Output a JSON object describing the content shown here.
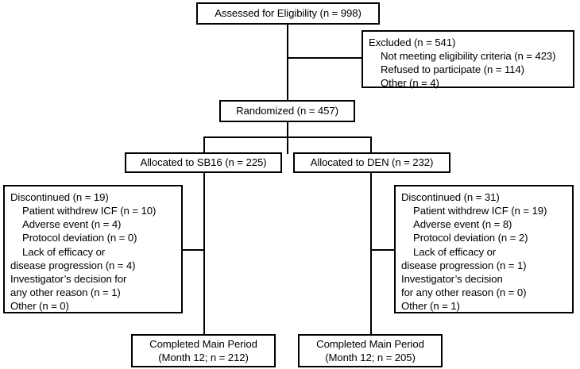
{
  "diagram": {
    "title": "CONSORT participant flow diagram",
    "type": "flowchart",
    "line_color": "#000000",
    "box_border_color": "#000000",
    "background": "#ffffff"
  },
  "nodes": {
    "assessed": {
      "name": "assessed-for-eligibility",
      "lines": [
        "Assessed for Eligibility (n = 998)"
      ]
    },
    "excluded": {
      "name": "excluded",
      "lines": [
        "Excluded (n = 541)",
        "Not meeting eligibility criteria (n = 423)",
        "Refused to participate (n = 114)",
        "Other (n = 4)"
      ]
    },
    "randomized": {
      "name": "randomized",
      "lines": [
        "Randomized (n = 457)"
      ]
    },
    "allocated_sb16": {
      "name": "allocated-to-sb16",
      "lines": [
        "Allocated to SB16 (n = 225)"
      ]
    },
    "allocated_den": {
      "name": "allocated-to-den",
      "lines": [
        "Allocated to DEN (n = 232)"
      ]
    },
    "discontinued_sb16": {
      "name": "discontinued-sb16",
      "lines": [
        "Discontinued (n = 19)",
        "Patient withdrew ICF (n = 10)",
        "Adverse event (n = 4)",
        "Protocol deviation (n = 0)",
        "Lack of efficacy or",
        "disease progression (n = 4)",
        "Investigator’s decision for",
        "any other reason (n = 1)",
        "Other (n = 0)"
      ]
    },
    "discontinued_den": {
      "name": "discontinued-den",
      "lines": [
        "Discontinued (n = 31)",
        "Patient withdrew ICF (n = 19)",
        "Adverse event (n = 8)",
        "Protocol deviation (n = 2)",
        "Lack of efficacy or",
        "disease progression (n = 1)",
        "Investigator’s decision",
        "for any other reason (n = 0)",
        "Other (n = 1)"
      ]
    },
    "completed_sb16": {
      "name": "completed-main-period-sb16",
      "lines": [
        "Completed Main Period",
        "(Month 12; n = 212)"
      ]
    },
    "completed_den": {
      "name": "completed-main-period-den",
      "lines": [
        "Completed Main Period",
        "(Month 12; n = 205)"
      ]
    }
  },
  "counts": {
    "assessed_for_eligibility": 998,
    "excluded_total": 541,
    "excluded_not_meeting_criteria": 423,
    "excluded_refused": 114,
    "excluded_other": 4,
    "randomized": 457,
    "allocated_sb16": 225,
    "allocated_den": 232,
    "discontinued_sb16_total": 19,
    "discontinued_sb16_withdrew_icf": 10,
    "discontinued_sb16_adverse_event": 4,
    "discontinued_sb16_protocol_deviation": 0,
    "discontinued_sb16_lack_efficacy": 4,
    "discontinued_sb16_investigator_decision": 1,
    "discontinued_sb16_other": 0,
    "discontinued_den_total": 31,
    "discontinued_den_withdrew_icf": 19,
    "discontinued_den_adverse_event": 8,
    "discontinued_den_protocol_deviation": 2,
    "discontinued_den_lack_efficacy": 1,
    "discontinued_den_investigator_decision": 0,
    "discontinued_den_other": 1,
    "completed_sb16": 212,
    "completed_den": 205,
    "completed_month": 12
  }
}
